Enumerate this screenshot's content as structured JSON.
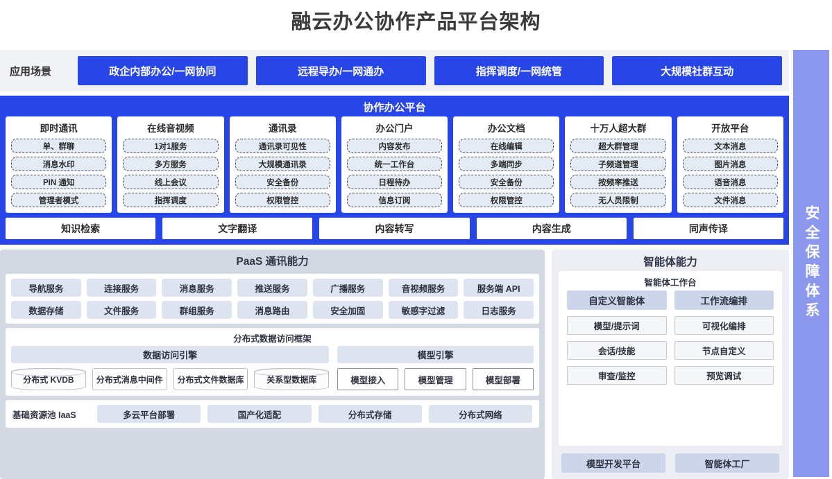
{
  "title": "融云办公协作产品平台架构",
  "scenarios": {
    "label": "应用场景",
    "items": [
      "政企内部办公/一网协同",
      "远程导办/一网通办",
      "指挥调度/一网统管",
      "大规模社群互动"
    ]
  },
  "collaboration": {
    "title": "协作办公平台",
    "cards": [
      {
        "title": "即时通讯",
        "items": [
          "单、群聊",
          "消息水印",
          "PIN 通知",
          "管理者模式"
        ]
      },
      {
        "title": "在线音视频",
        "items": [
          "1对1服务",
          "多方服务",
          "线上会议",
          "指挥调度"
        ]
      },
      {
        "title": "通讯录",
        "items": [
          "通讯录可见性",
          "大规模通讯录",
          "安全备份",
          "权限管控"
        ]
      },
      {
        "title": "办公门户",
        "items": [
          "内容发布",
          "统一工作台",
          "日程待办",
          "信息订阅"
        ]
      },
      {
        "title": "办公文档",
        "items": [
          "在线编辑",
          "多端同步",
          "安全备份",
          "权限管控"
        ]
      },
      {
        "title": "十万人超大群",
        "items": [
          "超大群管理",
          "子频道管理",
          "按频率推送",
          "无人员限制"
        ]
      },
      {
        "title": "开放平台",
        "items": [
          "文本消息",
          "图片消息",
          "语音消息",
          "文件消息"
        ]
      }
    ],
    "bottom": [
      "知识检索",
      "文字翻译",
      "内容转写",
      "内容生成",
      "同声传译"
    ]
  },
  "paas": {
    "title": "PaaS 通讯能力",
    "grid": [
      [
        "导航服务",
        "连接服务",
        "消息服务",
        "推送服务",
        "广播服务",
        "音视频服务",
        "服务端 API"
      ],
      [
        "数据存储",
        "文件服务",
        "群组服务",
        "消息路由",
        "安全加固",
        "敏感字过滤",
        "日志服务"
      ]
    ],
    "framework": {
      "title": "分布式数据访问框架",
      "data_engine": {
        "title": "数据访问引擎",
        "stores": [
          {
            "label": "分布式 KVDB",
            "shape": "cylinder"
          },
          {
            "label": "分布式消息中间件",
            "shape": "rect"
          },
          {
            "label": "分布式文件数据库",
            "shape": "rect"
          },
          {
            "label": "关系型数据库",
            "shape": "cylinder"
          }
        ]
      },
      "model_engine": {
        "title": "模型引擎",
        "items": [
          "模型接入",
          "模型管理",
          "模型部署"
        ]
      }
    },
    "iaas": {
      "label": "基础资源池 IaaS",
      "items": [
        "多云平台部署",
        "国产化适配",
        "分布式存储",
        "分布式网络"
      ]
    }
  },
  "agent": {
    "title": "智能体能力",
    "workbench_title": "智能体工作台",
    "columns": [
      {
        "head": "自定义智能体",
        "items": [
          "模型/提示词",
          "会话/技能",
          "审查/监控"
        ]
      },
      {
        "head": "工作流编排",
        "items": [
          "可视化编排",
          "节点自定义",
          "预览调试"
        ]
      }
    ],
    "footer": [
      "模型开发平台",
      "智能体工厂"
    ]
  },
  "security": {
    "label": "安全保障体系",
    "color": "#8b98ee"
  },
  "colors": {
    "primary_blue": "#2845e8",
    "periwinkle": "#8b98ee",
    "paas_bg": "#d3d8e2",
    "agent_bg": "#eceef4",
    "chip_bg": "#dde3ef"
  }
}
